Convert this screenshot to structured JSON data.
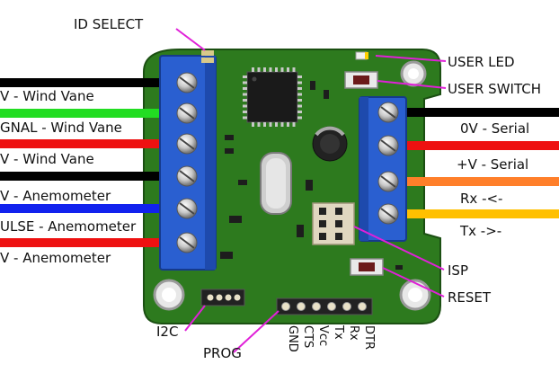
{
  "labels": {
    "id_select": "ID SELECT",
    "user_led": "USER LED",
    "user_switch": "USER SWITCH",
    "isp": "ISP",
    "reset": "RESET",
    "i2c": "I2C",
    "prog": "PROG"
  },
  "left_wires": [
    {
      "label": "V - Wind Vane",
      "color": "#000000"
    },
    {
      "label": "GNAL - Wind Vane",
      "color": "#22dd22"
    },
    {
      "label": "V - Wind Vane",
      "color": "#ee1111"
    },
    {
      "label": "V - Anemometer",
      "color": "#000000"
    },
    {
      "label": "ULSE - Anemometer",
      "color": "#1122ee"
    },
    {
      "label": "V - Anemometer",
      "color": "#ee1111"
    }
  ],
  "right_wires": [
    {
      "label": "0V - Serial",
      "color": "#000000"
    },
    {
      "label": "+V - Serial",
      "color": "#ee1111"
    },
    {
      "label": "Rx -<-",
      "color": "#ff7f2a"
    },
    {
      "label": "Tx ->-",
      "color": "#ffc000"
    }
  ],
  "header_pins": [
    "GND",
    "CTS",
    "Vcc",
    "Tx",
    "Rx",
    "DTR"
  ],
  "colors": {
    "pcb": "#2d7a1e",
    "terminal": "#2a5fd0",
    "pointer": "#e020d8"
  }
}
